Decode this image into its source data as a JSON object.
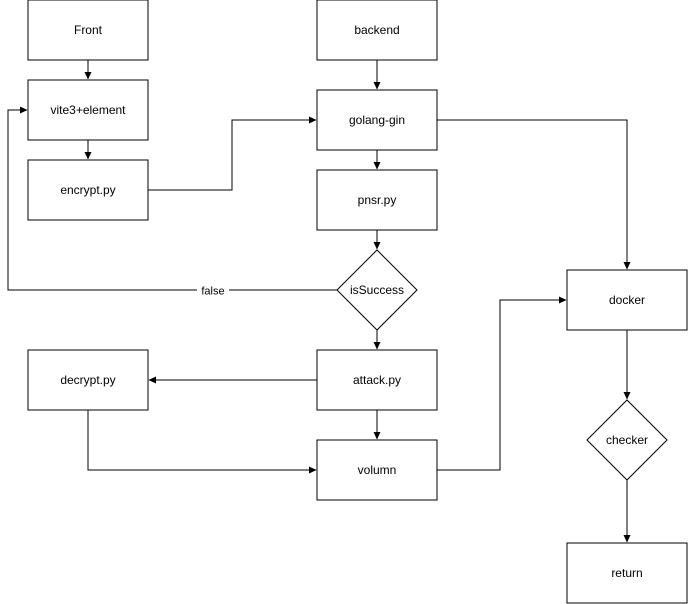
{
  "diagram": {
    "nodes": {
      "front": "Front",
      "backend": "backend",
      "vite": "vite3+element",
      "golang": "golang-gin",
      "encrypt": "encrypt.py",
      "pnsr": "pnsr.py",
      "issuccess": "isSuccess",
      "docker": "docker",
      "decrypt": "decrypt.py",
      "attack": "attack.py",
      "volumn": "volumn",
      "checker": "checker",
      "return": "return"
    },
    "edge_labels": {
      "false": "false"
    }
  }
}
